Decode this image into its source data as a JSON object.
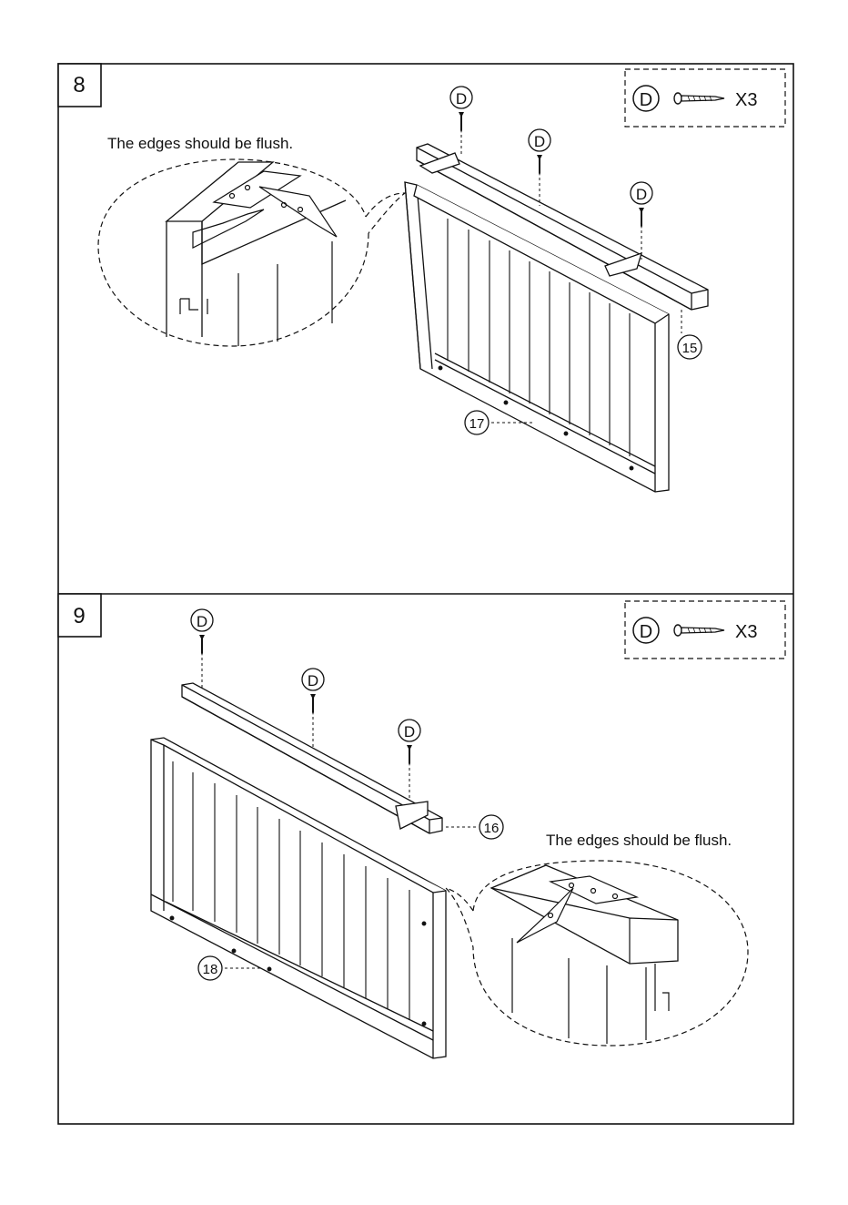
{
  "steps": [
    {
      "number": "8",
      "callout": "The edges should be flush.",
      "parts_box": {
        "letter": "D",
        "quantity": "X3"
      },
      "screw_label": "D",
      "part_labels": [
        "15",
        "17"
      ]
    },
    {
      "number": "9",
      "callout": "The edges should be flush.",
      "parts_box": {
        "letter": "D",
        "quantity": "X3"
      },
      "screw_label": "D",
      "part_labels": [
        "16",
        "18"
      ]
    }
  ]
}
